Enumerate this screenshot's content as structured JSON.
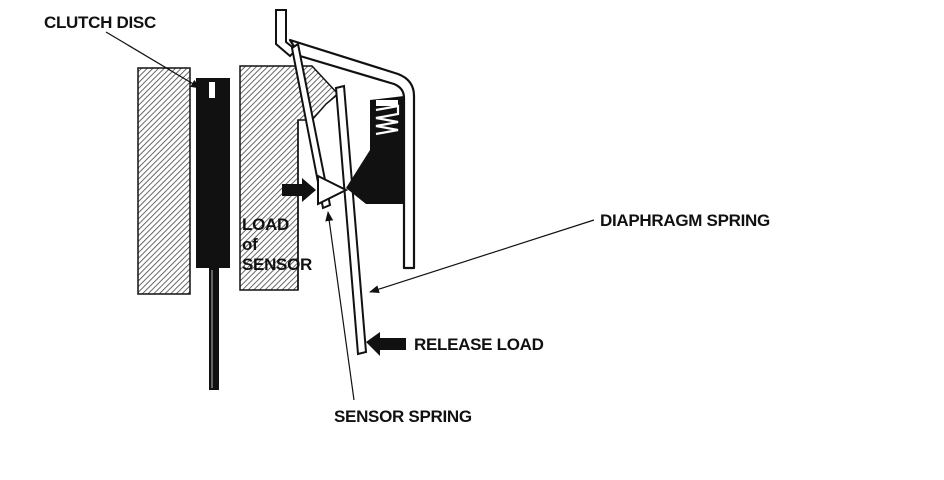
{
  "labels": {
    "clutch_disc": "CLUTCH DISC",
    "load_line1": "LOAD",
    "load_line2": "of",
    "load_line3": "SENSOR",
    "diaphragm_spring": "DIAPHRAGM SPRING",
    "release_load": "RELEASE LOAD",
    "sensor_spring": "SENSOR SPRING"
  },
  "colors": {
    "ink": "#111111",
    "hatch": "#555555",
    "background": "#ffffff"
  }
}
